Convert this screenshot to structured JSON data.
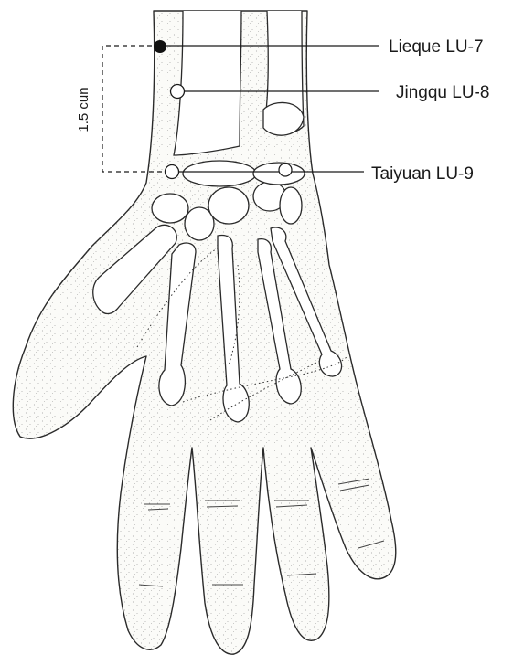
{
  "points": [
    {
      "name": "Lieque LU-7",
      "filled": true
    },
    {
      "name": "Jingqu LU-8",
      "filled": false
    },
    {
      "name": "Taiyuan LU-9",
      "filled": false
    }
  ],
  "measurement": {
    "label": "1.5 cun"
  },
  "colors": {
    "ink": "#1a1a1a",
    "skin": "#fbfbf8",
    "bone": "#ffffff"
  }
}
